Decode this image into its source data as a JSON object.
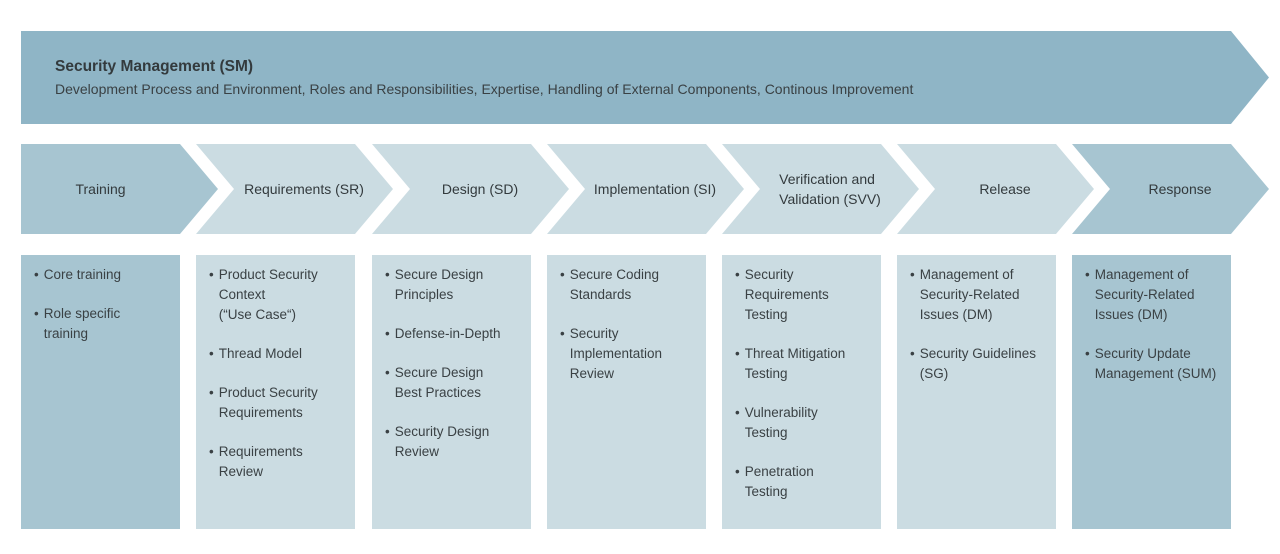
{
  "banner": {
    "title": "Security Management (SM)",
    "subtitle": "Development Process and Environment, Roles and Responsibilities, Expertise, Handling of External Components, Continous Improvement"
  },
  "bullet_char": "•",
  "stages": [
    {
      "label": "Training",
      "emphasis": "dark",
      "items": [
        "Core training",
        "Role specific\ntraining"
      ]
    },
    {
      "label": "Requirements (SR)",
      "emphasis": "light",
      "items": [
        "Product Security\nContext\n(“Use Case“)",
        "Thread Model",
        "Product Security\nRequirements",
        "Requirements\nReview"
      ]
    },
    {
      "label": "Design (SD)",
      "emphasis": "light",
      "items": [
        "Secure Design\nPrinciples",
        "Defense-in-Depth",
        "Secure Design\nBest Practices",
        "Security Design\nReview"
      ]
    },
    {
      "label": "Implementation (SI)",
      "emphasis": "light",
      "items": [
        "Secure Coding\nStandards",
        "Security\nImplementation\nReview"
      ]
    },
    {
      "label": "Verification and\nValidation (SVV)",
      "emphasis": "light",
      "items": [
        "Security\nRequirements\nTesting",
        "Threat Mitigation\nTesting",
        "Vulnerability\nTesting",
        "Penetration\nTesting"
      ]
    },
    {
      "label": "Release",
      "emphasis": "light",
      "items": [
        "Management of\nSecurity-Related\nIssues (DM)",
        "Security Guidelines\n(SG)"
      ]
    },
    {
      "label": "Response",
      "emphasis": "dark",
      "items": [
        "Management of\nSecurity-Related\nIssues (DM)",
        "Security Update\nManagement (SUM)"
      ]
    }
  ],
  "colors": {
    "banner": "#8fb5c6",
    "stage_dark": "#a7c5d1",
    "stage_light": "#cbdce2",
    "text": "#3a4144",
    "background": "#ffffff"
  }
}
